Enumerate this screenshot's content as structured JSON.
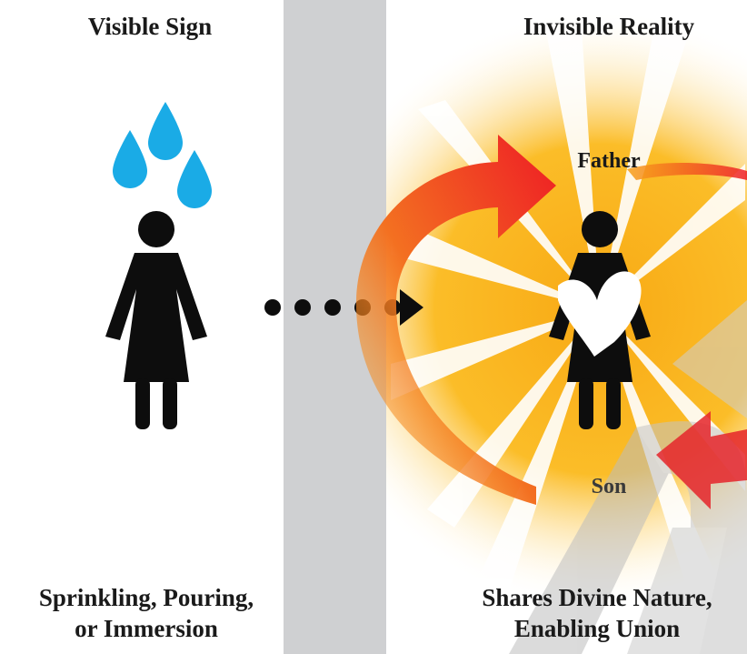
{
  "headings": {
    "left": "Visible Sign",
    "right": "Invisible Reality"
  },
  "relations": {
    "top": "Father",
    "bottom": "Son"
  },
  "footers": {
    "left_line1": "Sprinkling, Pouring,",
    "left_line2": "or Immersion",
    "right_line1": "Shares Divine Nature,",
    "right_line2": "Enabling Union"
  },
  "icons": [
    "water-drops-icon",
    "woman-figure-icon",
    "dotted-arrow-icon",
    "woman-figure-icon",
    "heart-icon",
    "curved-arrow-icon",
    "divider-bar"
  ],
  "colors": {
    "drop": "#1aabe6",
    "figure": "#0d0d0d",
    "divider": "#cfd0d2",
    "glow": "#f8b418",
    "arrow_start": "#f7a21b",
    "arrow_end": "#ee1c25",
    "watermark": "#c8c8c8"
  }
}
